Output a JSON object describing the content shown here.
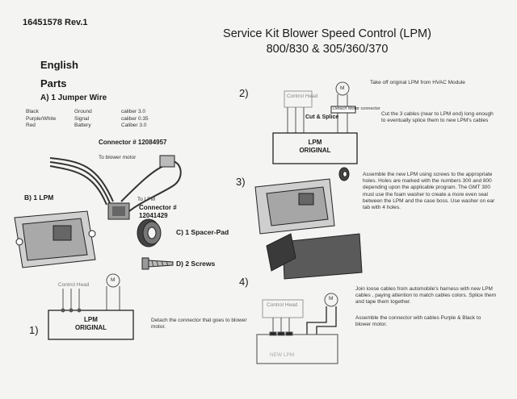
{
  "header": {
    "doc_id": "16451578  Rev.1",
    "title_line1": "Service Kit Blower Speed Control (LPM)",
    "title_line2": "800/830 & 305/360/370"
  },
  "language": "English",
  "parts_heading": "Parts",
  "section_a": {
    "heading": "A) 1 Jumper Wire",
    "wires": [
      {
        "color": "Black",
        "function": "Ground",
        "caliber": "caliber 3.0"
      },
      {
        "color": "Purple/White",
        "function": "Signal",
        "caliber": "caliber 0.35"
      },
      {
        "color": "Red",
        "function": "Battery",
        "caliber": "Caliber 3.0"
      }
    ],
    "connector_top": "Connector # 12084957",
    "to_blower_motor": "To blower motor",
    "to_lpm": "To LPM",
    "connector_bottom_line1": "Connector #",
    "connector_bottom_line2": "12041429"
  },
  "section_b": {
    "label": "B) 1 LPM"
  },
  "section_c": {
    "label": "C)  1 Spacer-Pad"
  },
  "section_d": {
    "label": "D) 2 Screws"
  },
  "steps": {
    "step1": {
      "number": "1)",
      "control_head": "Control Head",
      "motor": "M",
      "box_line1": "LPM",
      "box_line2": "ORIGINAL",
      "note": "Detach  the connector that goes to blower motor."
    },
    "step2": {
      "number": "2)",
      "control_head": "Control Head",
      "motor": "M",
      "detach_label": "Detach Motor connector",
      "cut_splice": "Cut & Splice",
      "box_line1": "LPM",
      "box_line2": "ORIGINAL",
      "note_top": "Take off original LPM from HVAC Module",
      "note": "Cut the 3 cables (near to LPM end) long enough to eventually splice  them to new LPM's cables"
    },
    "step3": {
      "number": "3)",
      "note": "Assemble the new LPM using screws to the appropriate holes.  Holes are marked with the numbers 300 and 800 depending upon the applicable program.  The GMT 300 must use the foam washer to create a more even seal between the LPM and the case boss.  Use washer on ear tab with 4 holes."
    },
    "step4": {
      "number": "4)",
      "control_head": "Control Head",
      "motor": "M",
      "box_label": "NEW LPM",
      "note1": "Join  loose cables from automobile's harness with new LPM cables , paying attention to  match cables  colors.  Splice them and tape them together.",
      "note2": "Assemble the connector with cables Purple & Black to blower motor."
    }
  }
}
